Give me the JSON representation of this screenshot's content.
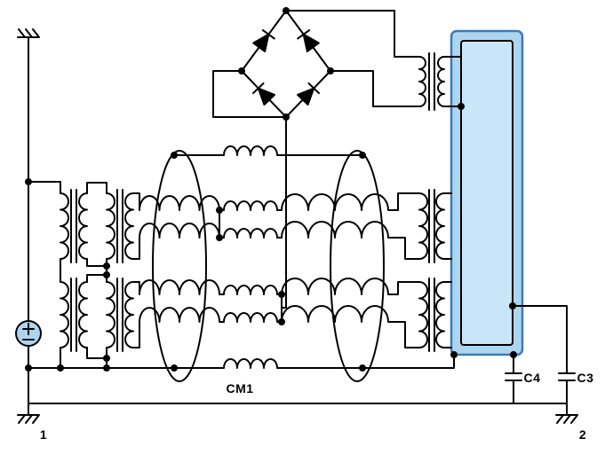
{
  "diagram_type": "power-line-filter-circuit-schematic",
  "labels": {
    "choke": "CM1",
    "cap_inner": "C4",
    "cap_outer": "C3",
    "ground_left": "1",
    "ground_right": "2"
  },
  "colors": {
    "wire": "#000000",
    "background": "#ffffff",
    "panel_border": "#3d7ab5",
    "panel_fill": "#aed5ef",
    "panel_inner_fill": "#c9e5f8",
    "source_fill": "#aed5ef",
    "dot": "#000000"
  }
}
